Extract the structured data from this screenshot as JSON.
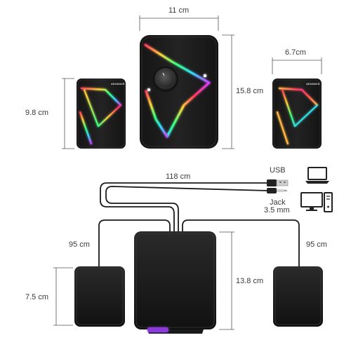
{
  "front_view": {
    "woofer_width": "11 cm",
    "woofer_height": "15.8 cm",
    "satellite_height": "9.8 cm",
    "satellite_width": "6.7cm",
    "brand_text": "ADVANCE"
  },
  "connection_view": {
    "cable_length": "118 cm",
    "usb_label": "USB",
    "jack_label_line1": "Jack",
    "jack_label_line2": "3.5 mm",
    "left_cable": "95 cm",
    "right_cable": "95 cm",
    "satellite_depth": "7.5 cm",
    "woofer_depth": "13.8 cm"
  },
  "icons": [
    "laptop-icon",
    "desktop-computer-icon",
    "usb-plug-icon",
    "audio-jack-plug-icon"
  ],
  "colors": {
    "speaker_body": "#1c1c1c",
    "led_cyan": "#2fd6ff",
    "led_yellow": "#ffd23a",
    "led_magenta": "#d43cff",
    "led_purple_accent": "#8a3ad8"
  }
}
